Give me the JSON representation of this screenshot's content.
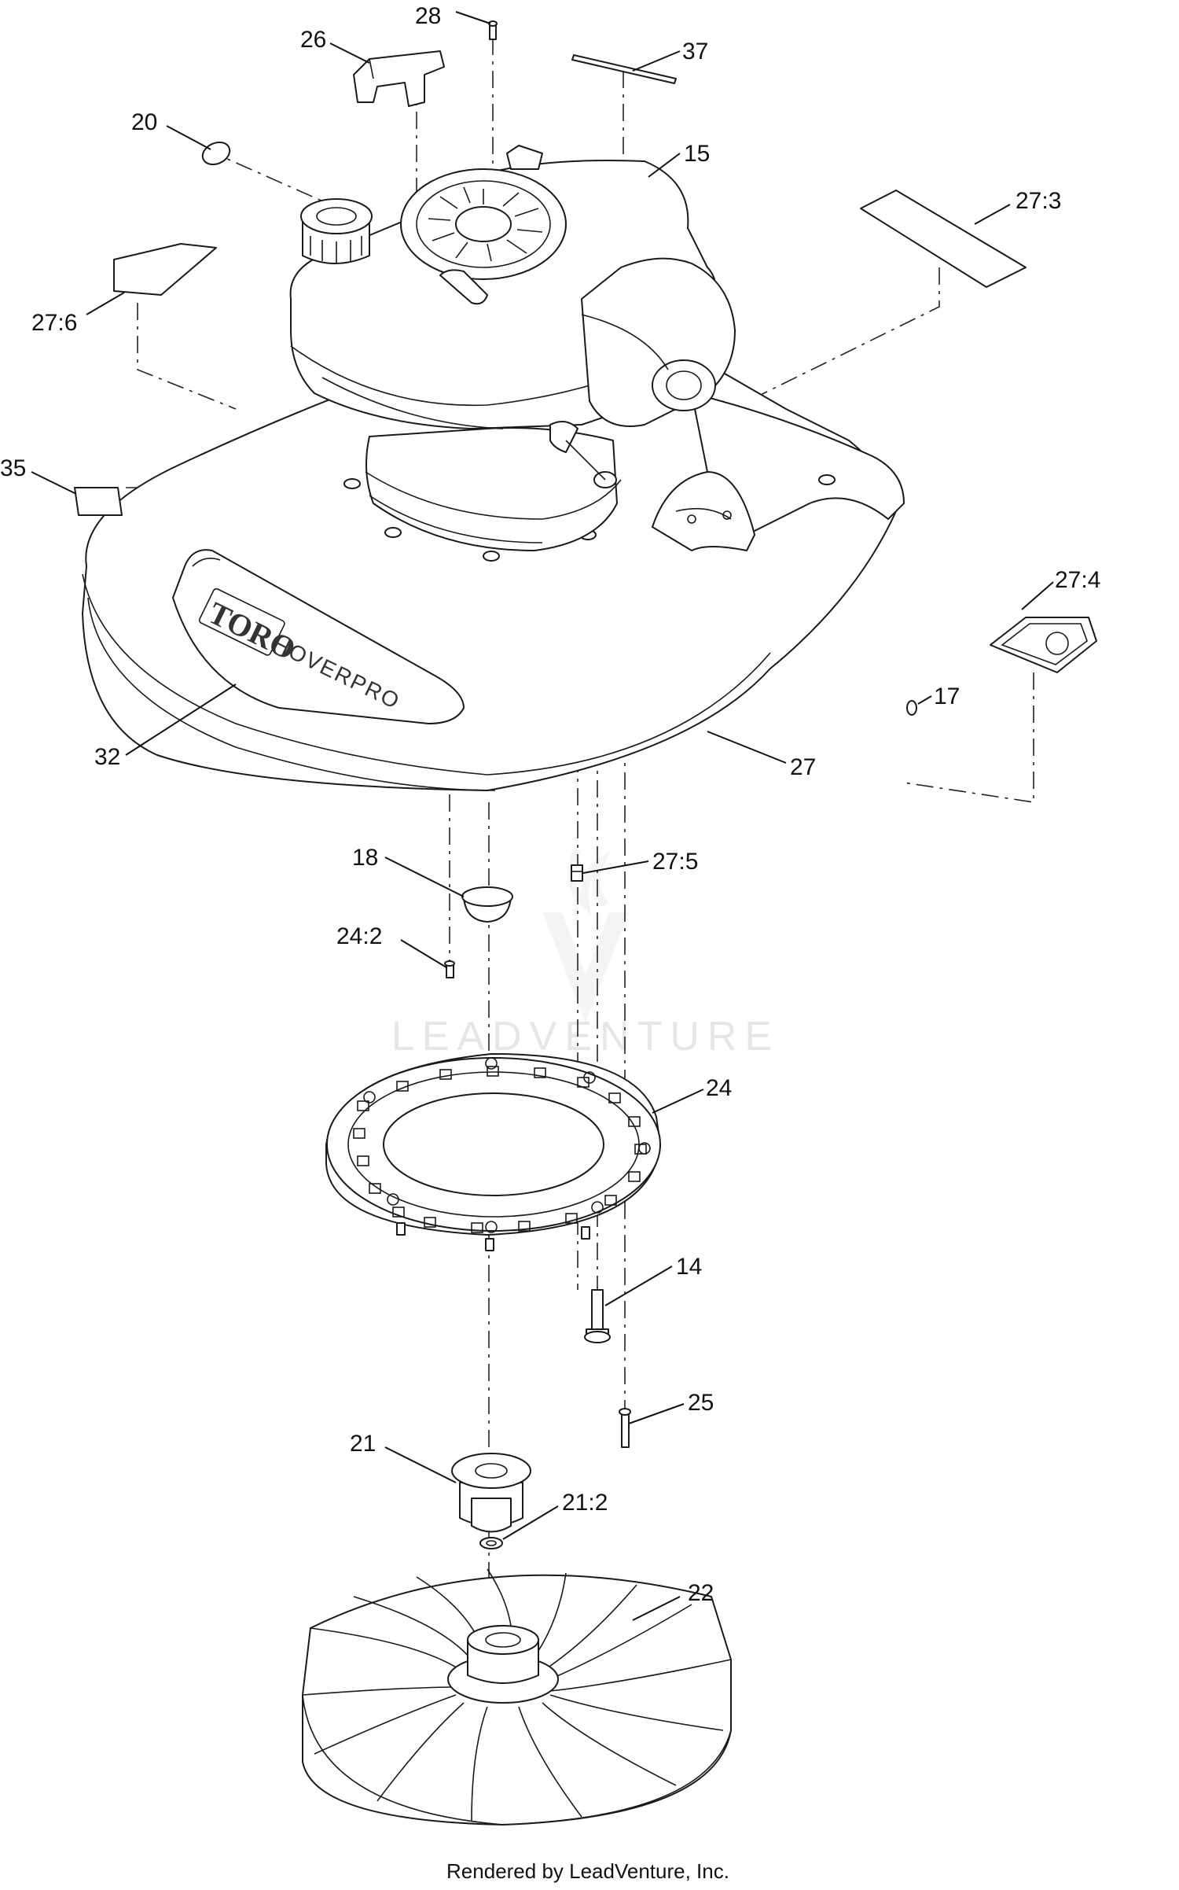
{
  "labels": {
    "p28": "28",
    "p26": "26",
    "p37": "37",
    "p20": "20",
    "p15": "15",
    "p27_3": "27:3",
    "p27_6": "27:6",
    "p35": "35",
    "p27_4": "27:4",
    "p17": "17",
    "p32": "32",
    "p27": "27",
    "p18": "18",
    "p27_5": "27:5",
    "p24_2": "24:2",
    "p24": "24",
    "p14": "14",
    "p25": "25",
    "p21": "21",
    "p21_2": "21:2",
    "p22": "22"
  },
  "deck": {
    "brand": "TORO",
    "model": "HOVERPRO"
  },
  "watermark": "LEADVENTURE",
  "footer": "Rendered by LeadVenture, Inc."
}
